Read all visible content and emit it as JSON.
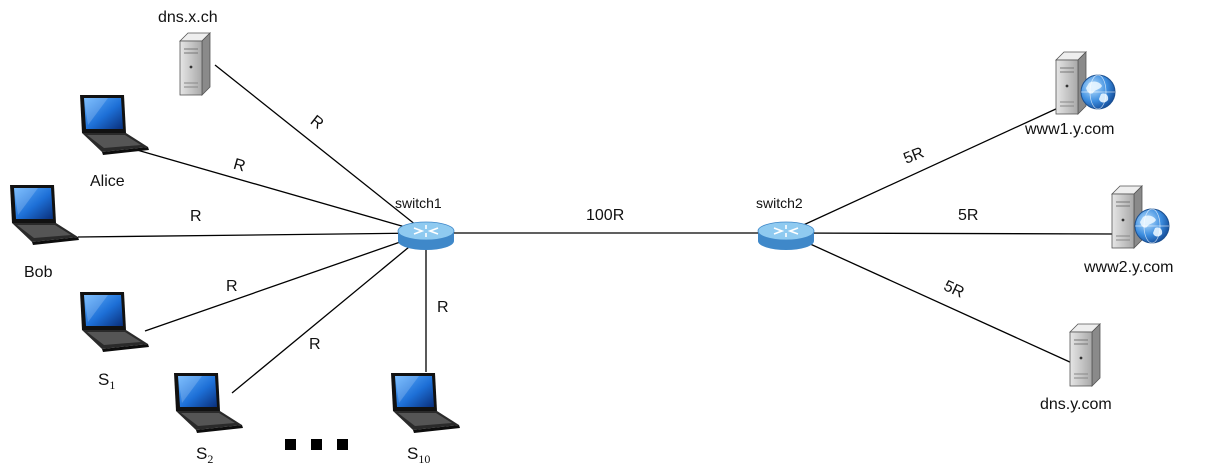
{
  "nodes": {
    "dns_x": {
      "label": "dns.x.ch"
    },
    "alice": {
      "label": "Alice"
    },
    "bob": {
      "label": "Bob"
    },
    "s1": {
      "label": "S",
      "sub": "1"
    },
    "s2": {
      "label": "S",
      "sub": "2"
    },
    "s10": {
      "label": "S",
      "sub": "10"
    },
    "switch1": {
      "label": "switch1"
    },
    "switch2": {
      "label": "switch2"
    },
    "www1": {
      "label": "www1.y.com"
    },
    "www2": {
      "label": "www2.y.com"
    },
    "dns_y": {
      "label": "dns.y.com"
    }
  },
  "links": {
    "dns_x": "R",
    "alice": "R",
    "bob": "R",
    "s1": "R",
    "s2": "R",
    "s10": "R",
    "backbone": "100R",
    "www1": "5R",
    "www2": "5R",
    "dns_y": "5R"
  },
  "ellipsis_icon": "three-squares-ellipsis",
  "colors": {
    "router_body": "#6fb4e6",
    "router_top": "#a9d8f5",
    "laptop_screen": "#1d6fd6",
    "server_body": "#c9c9c9",
    "globe": "#2f7fd8"
  }
}
